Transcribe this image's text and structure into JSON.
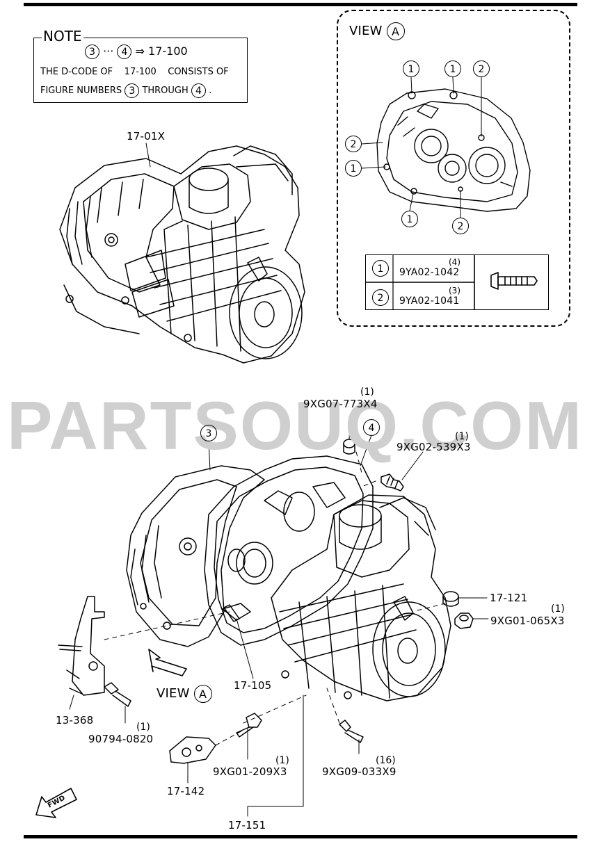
{
  "note": {
    "title": "NOTE",
    "range_from": "3",
    "range_to": "4",
    "arrow": "⇒",
    "range_code": "17-100",
    "line2_a": "THE D-CODE OF",
    "line2_code": "17-100",
    "line2_b": "CONSISTS OF",
    "line3_a": "FIGURE NUMBERS",
    "line3_from": "3",
    "line3_mid": "THROUGH",
    "line3_to": "4",
    "line3_end": "."
  },
  "view_a": {
    "title": "VIEW",
    "letter": "A",
    "callouts": [
      "1",
      "1",
      "2",
      "2",
      "1",
      "1",
      "2"
    ],
    "table": [
      {
        "ref": "1",
        "part": "9YA02-1042",
        "qty": "(4)"
      },
      {
        "ref": "2",
        "part": "9YA02-1041",
        "qty": "(3)"
      }
    ]
  },
  "watermark": "PARTSOUQ.COM",
  "labels": {
    "upper_assembly": "17-01X",
    "fig3": "3",
    "fig4": "4",
    "p_773": "9XG07-773X4",
    "p_773_qty": "(1)",
    "p_539": "9XG02-539X3",
    "p_539_qty": "(1)",
    "p_121": "17-121",
    "p_065": "9XG01-065X3",
    "p_065_qty": "(1)",
    "p_105": "17-105",
    "view_ref": "VIEW",
    "view_ref_letter": "A",
    "p_368": "13-368",
    "p_0820": "90794-0820",
    "p_0820_qty": "(1)",
    "p_209": "9XG01-209X3",
    "p_209_qty": "(1)",
    "p_033": "9XG09-033X9",
    "p_033_qty": "(16)",
    "p_142": "17-142",
    "p_151": "17-151",
    "fwd": "FWD"
  }
}
